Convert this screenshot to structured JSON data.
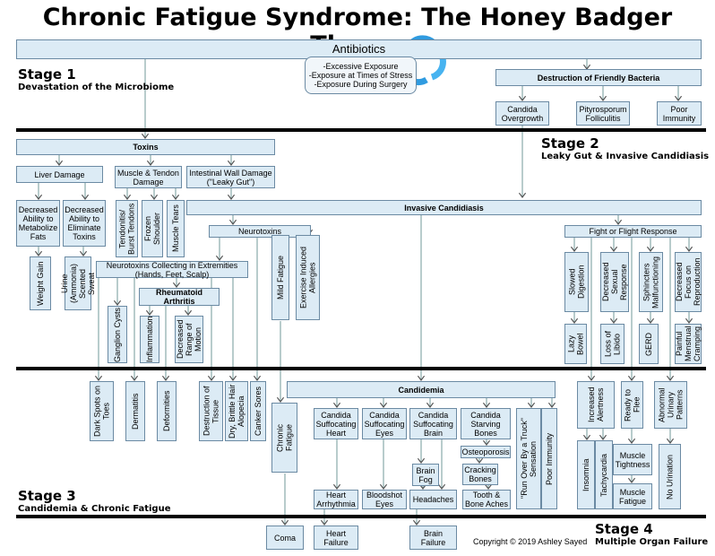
{
  "title": "Chronic Fatigue Syndrome: The Honey Badger Theory",
  "copyright": "Copyright © 2019 Ashley Sayed",
  "stages": [
    {
      "number": "Stage 1",
      "subtitle": "Devastation of the Microbiome"
    },
    {
      "number": "Stage 2",
      "subtitle": "Leaky Gut & Invasive Candidiasis"
    },
    {
      "number": "Stage 3",
      "subtitle": "Candidemia & Chronic Fatigue"
    },
    {
      "number": "Stage 4",
      "subtitle": "Multiple Organ Failure"
    }
  ],
  "boxes": {
    "antibiotics": "Antibiotics",
    "exposure": "-Excessive Exposure\n-Exposure at Times of Stress\n-Exposure During Surgery",
    "destruction_bacteria": "Destruction of Friendly Bacteria",
    "candida_overgrowth": "Candida\nOvergrowth",
    "pityrosporum": "Pityrosporum\nFolliculitis",
    "poor_immunity_1": "Poor\nImmunity",
    "toxins": "Toxins",
    "liver_damage": "Liver Damage",
    "muscle_tendon": "Muscle & Tendon\nDamage",
    "intestinal_wall": "Intestinal Wall Damage\n(\"Leaky Gut\")",
    "metabolize_fats": "Decreased\nAbility to\nMetabolize\nFats",
    "eliminate_toxins": "Decreased\nAbility to\nEliminate\nToxins",
    "tendonitis": "Tendonitis/\nBurst Tendons",
    "frozen_shoulder": "Frozen\nShoulder",
    "muscle_tears": "Muscle Tears",
    "invasive_candidiasis": "Invasive Candidiasis",
    "neurotoxins": "Neurotoxins",
    "mild_fatigue": "Mild Fatigue",
    "exercise_allergies": "Exercise Induced\nAllergies",
    "fight_flight": "Fight or Flight Response",
    "weight_gain": "Weight Gain",
    "urine": "Urine (Ammonia)\nScented Sweat",
    "neuro_extremities": "Neurotoxins Collecting in Extremities\n(Hands, Feet, Scalp)",
    "rheumatoid": "Rheumatoid Arthritis",
    "ganglion": "Ganglion Cysts",
    "inflammation": "Inflammation",
    "range_motion": "Decreased\nRange of\nMotion",
    "slowed_digestion": "Slowed\nDigestion",
    "sexual_response": "Decreased\nSexual\nResponse",
    "sphincters": "Sphincters\nMalfunctioning",
    "focus_reproduction": "Decreased\nFocus on\nReproduction",
    "lazy_bowel": "Lazy\nBowel",
    "loss_libido": "Loss of\nLibido",
    "gerd": "GERD",
    "menstrual": "Painful\nMenstrual\nCramping",
    "dark_spots": "Dark Spots on\nToes",
    "dermatitis": "Dermatitis",
    "deformities": "Deformities",
    "destruction_tissue": "Destruction of\nTissue",
    "brittle_hair": "Dry, Brittle Hair\nAlopecia",
    "canker_sores": "Canker Sores",
    "chronic_fatigue": "Chronic\nFatigue",
    "candidemia": "Candidemia",
    "suff_heart": "Candida\nSuffocating\nHeart",
    "suff_eyes": "Candida\nSuffocating\nEyes",
    "suff_brain": "Candida\nSuffocating\nBrain",
    "starving_bones": "Candida\nStarving\nBones",
    "run_over": "\"Run Over By a Truck\"\nSensation",
    "poor_immunity_2": "Poor Immunity",
    "osteoporosis": "Osteoporosis",
    "brain_fog": "Brain\nFog",
    "cracking_bones": "Cracking\nBones",
    "heart_arrhythmia": "Heart\nArrhythmia",
    "bloodshot_eyes": "Bloodshot\nEyes",
    "headaches": "Headaches",
    "tooth_bone_aches": "Tooth &\nBone Aches",
    "increased_alertness": "Increased\nAlertness",
    "ready_to_flee": "Ready to\nFlee",
    "abnormal_urinary": "Abnormal\nUrinary\nPatterns",
    "insomnia": "Insomnia",
    "tachycardia": "Tachycardia",
    "muscle_tightness": "Muscle\nTightness",
    "muscle_fatigue": "Muscle\nFatigue",
    "no_urination": "No Urination",
    "coma": "Coma",
    "heart_failure": "Heart\nFailure",
    "brain_failure": "Brain\nFailure"
  }
}
